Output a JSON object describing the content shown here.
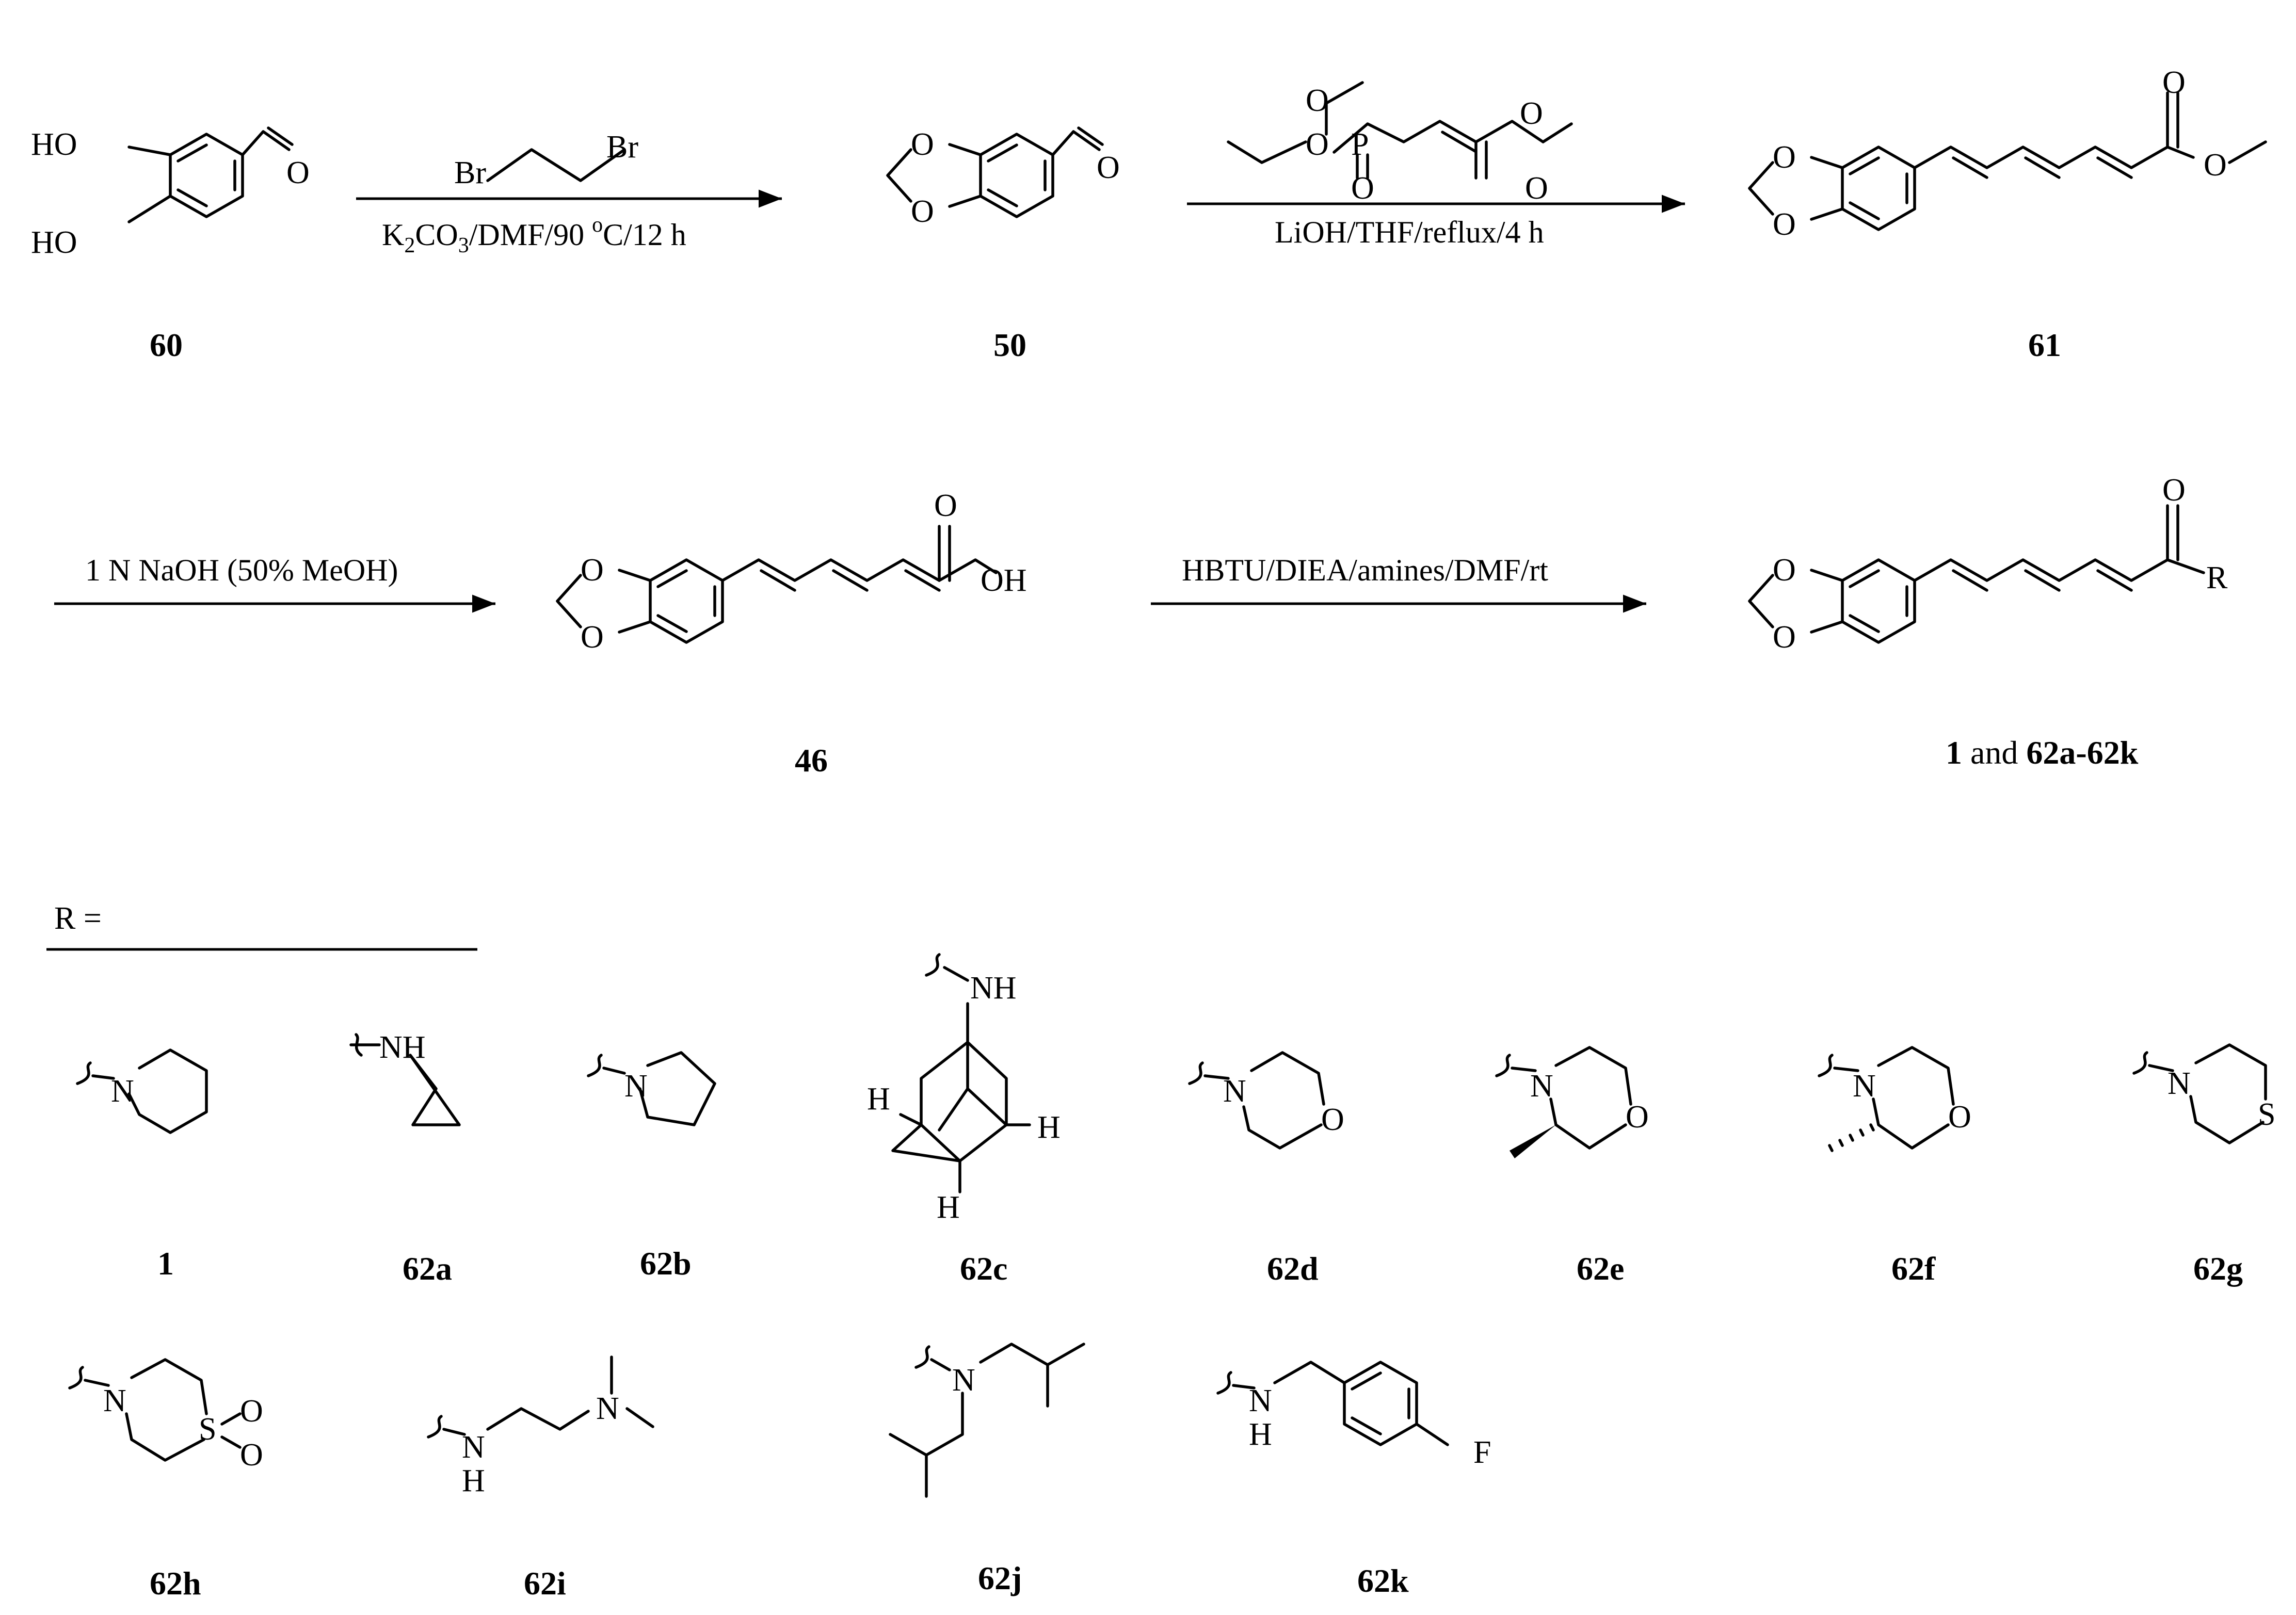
{
  "steps": [
    {
      "reagent_top": "",
      "conditions": "K2CO3/DMF/90 °C/12 h",
      "conditions_parts": {
        "a": "K",
        "b": "2",
        "c": "CO",
        "d": "3",
        "e": "/DMF/90 ",
        "f": "o",
        "g": "C/12 h"
      }
    },
    {
      "reagent_top": "",
      "conditions": "LiOH/THF/reflux/4 h"
    },
    {
      "reagent_top": "",
      "conditions": "1 N NaOH (50% MeOH)"
    },
    {
      "reagent_top": "",
      "conditions": "HBTU/DIEA/amines/DMF/rt"
    }
  ],
  "compounds": {
    "c60": "60",
    "c50": "50",
    "c61": "61",
    "c46": "46",
    "products_a": "1",
    "products_and": " and ",
    "products_b": "62a-62k"
  },
  "atoms": {
    "HO": "HO",
    "O": "O",
    "OH": "OH",
    "Br": "Br",
    "P": "P",
    "R": "R",
    "N": "N",
    "NH": "NH",
    "H": "H",
    "S": "S",
    "F": "F"
  },
  "r_group_heading": "R =",
  "r_groups": [
    {
      "id": "1"
    },
    {
      "id": "62a"
    },
    {
      "id": "62b"
    },
    {
      "id": "62c"
    },
    {
      "id": "62d"
    },
    {
      "id": "62e"
    },
    {
      "id": "62f"
    },
    {
      "id": "62g"
    },
    {
      "id": "62h"
    },
    {
      "id": "62i"
    },
    {
      "id": "62j"
    },
    {
      "id": "62k"
    }
  ]
}
